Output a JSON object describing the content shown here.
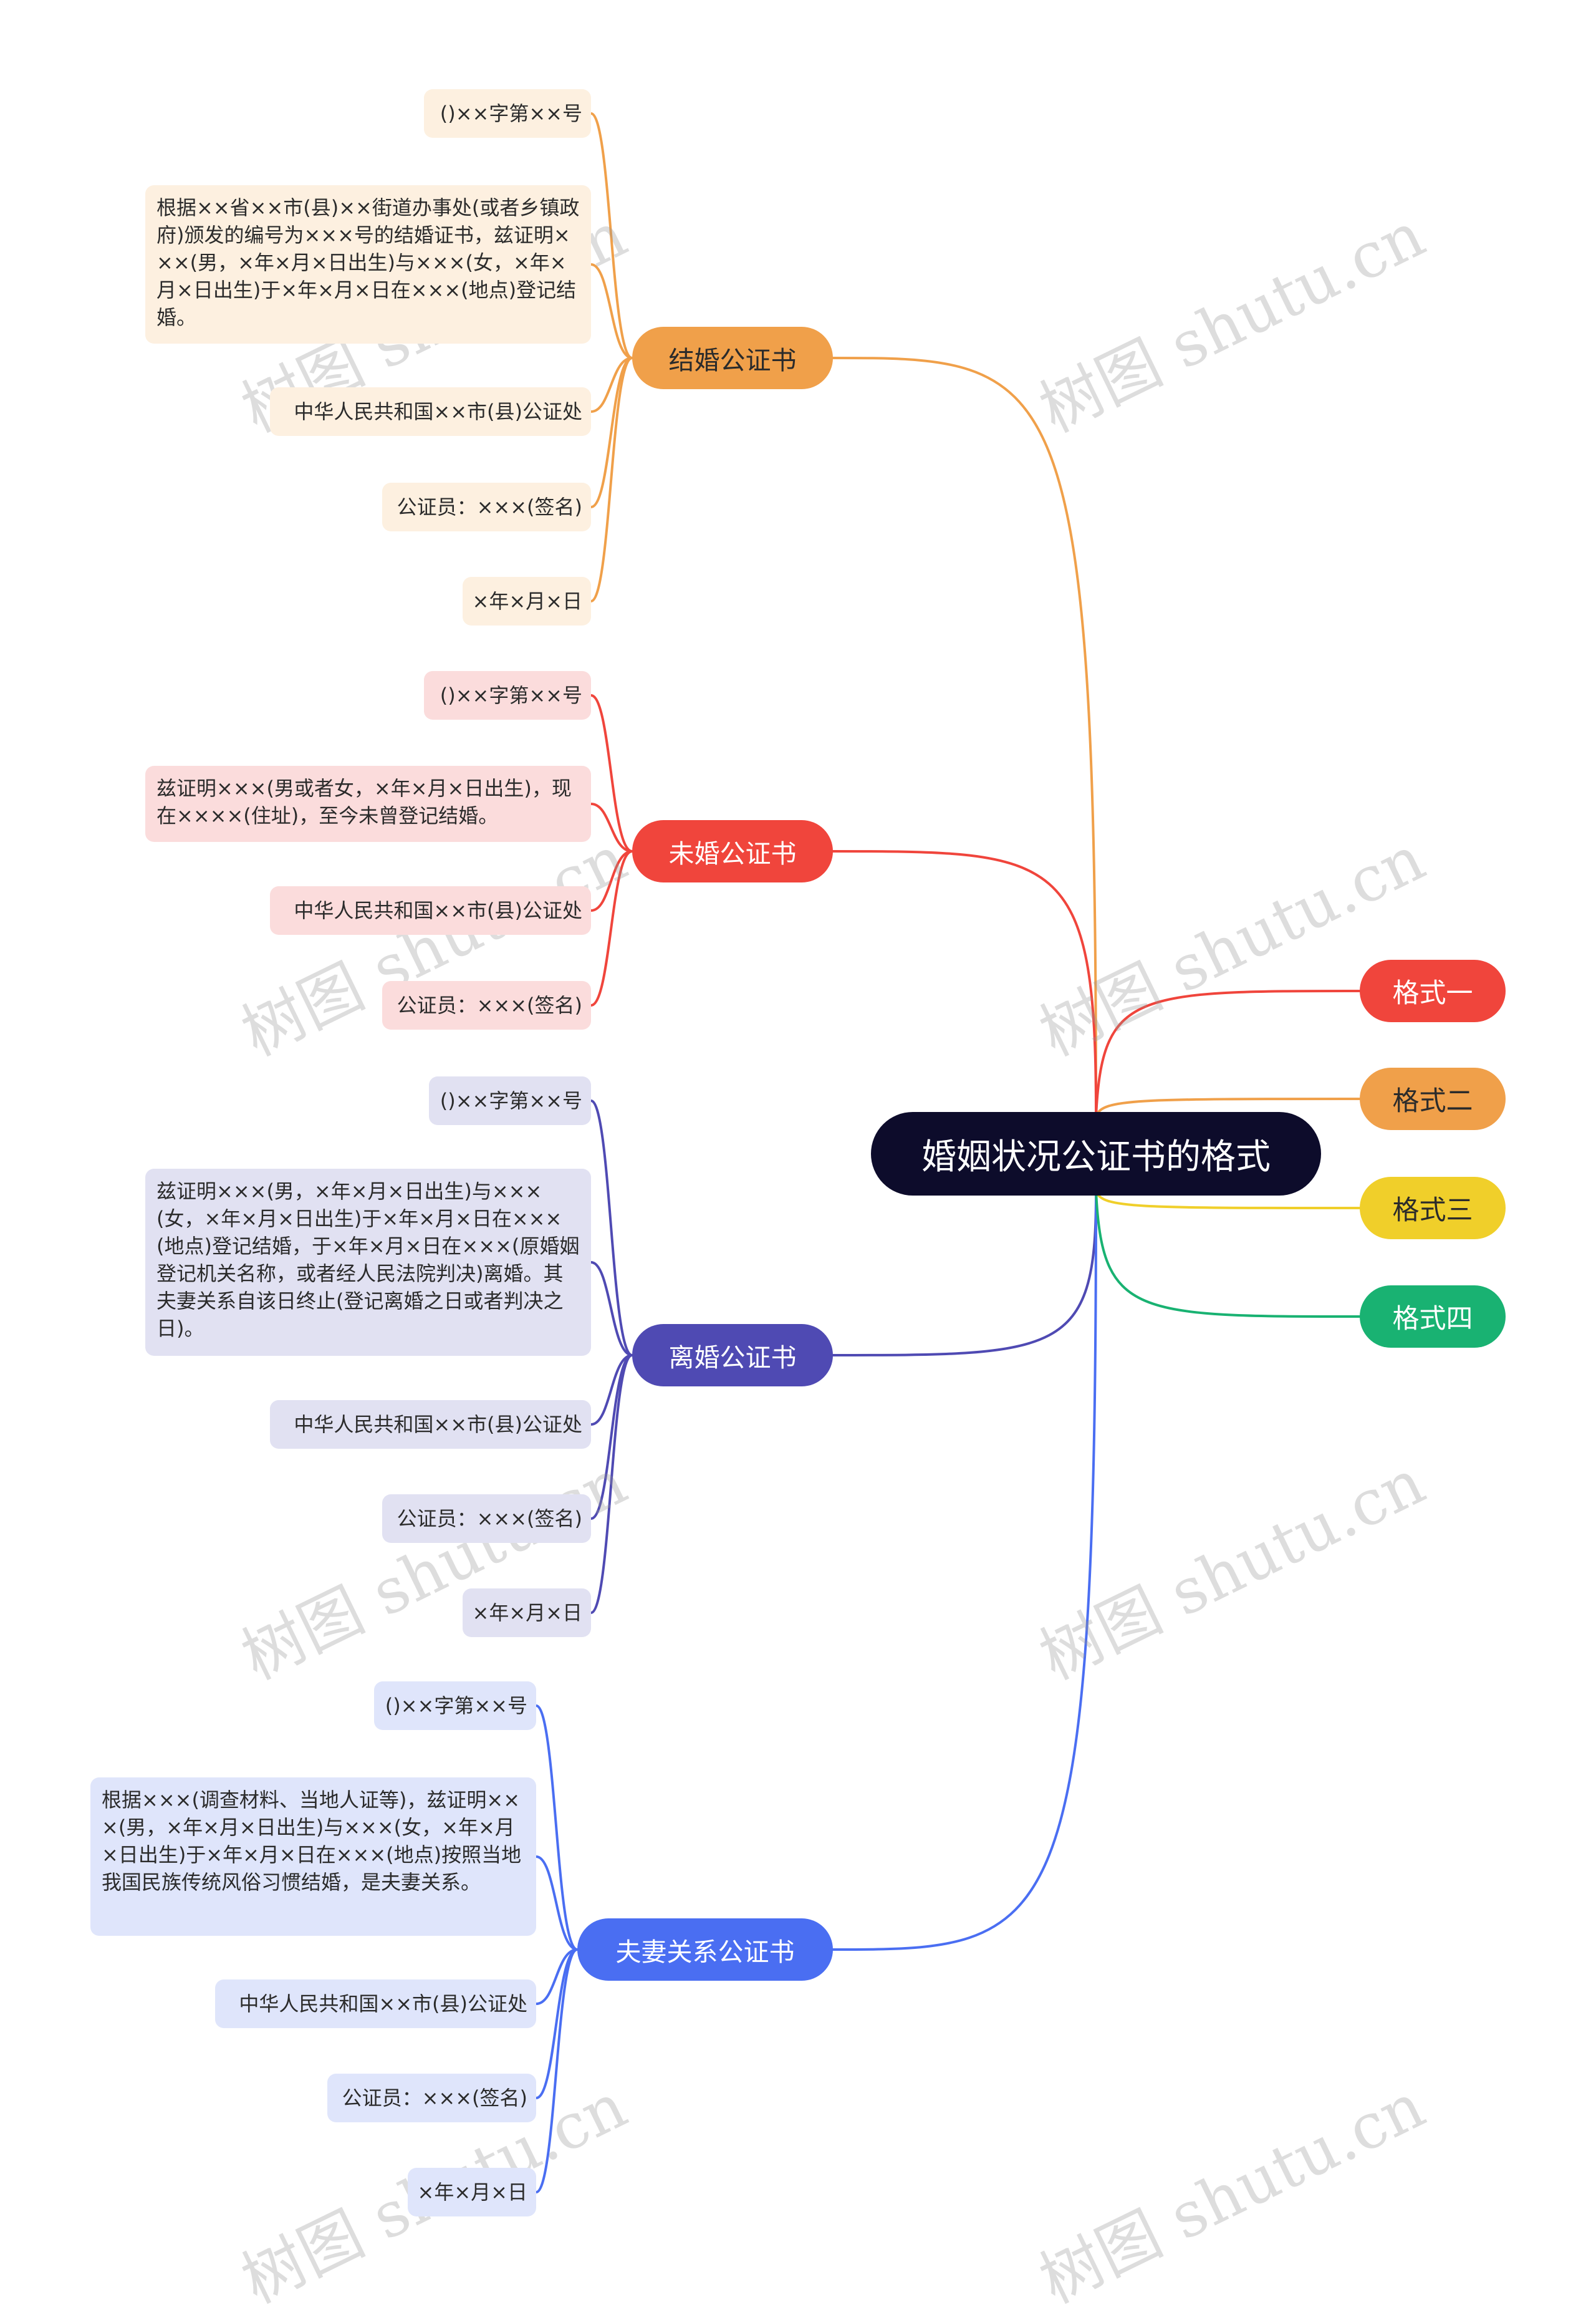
{
  "title": "婚姻状况公证书的格式",
  "colors": {
    "root": "#0d0c2b",
    "orange": "#f0a04a",
    "red": "#f0453c",
    "purple": "#4f4ab3",
    "blue": "#4a6ef2",
    "yellow": "#f0cf2a",
    "green": "#19b272"
  },
  "branches": [
    {
      "label": "结婚公证书",
      "leaves": [
        "()××字第××号",
        "根据××省××市(县)××街道办事处(或者乡镇政府)颁发的编号为×××号的结婚证书，兹证明×××(男，×年×月×日出生)与×××(女，×年×月×日出生)于×年×月×日在×××(地点)登记结婚。",
        "中华人民共和国××市(县)公证处",
        "公证员：×××(签名)",
        "×年×月×日"
      ]
    },
    {
      "label": "未婚公证书",
      "leaves": [
        "()××字第××号",
        "兹证明×××(男或者女，×年×月×日出生)，现在××××(住址)，至今未曾登记结婚。",
        "中华人民共和国××市(县)公证处",
        "公证员：×××(签名)"
      ]
    },
    {
      "label": "离婚公证书",
      "leaves": [
        "()××字第××号",
        "兹证明×××(男，×年×月×日出生)与×××(女，×年×月×日出生)于×年×月×日在×××(地点)登记结婚，于×年×月×日在×××(原婚姻登记机关名称，或者经人民法院判决)离婚。其夫妻关系自该日终止(登记离婚之日或者判决之日)。",
        "中华人民共和国××市(县)公证处",
        "公证员：×××(签名)",
        "×年×月×日"
      ]
    },
    {
      "label": "夫妻关系公证书",
      "leaves": [
        "()××字第××号",
        "根据×××(调查材料、当地人证等)，兹证明×××(男，×年×月×日出生)与×××(女，×年×月×日出生)于×年×月×日在×××(地点)按照当地我国民族传统风俗习惯结婚，是夫妻关系。",
        "中华人民共和国××市(县)公证处",
        "公证员：×××(签名)",
        "×年×月×日"
      ]
    }
  ],
  "formats": [
    "格式一",
    "格式二",
    "格式三",
    "格式四"
  ],
  "watermark": "树图 shutu.cn"
}
